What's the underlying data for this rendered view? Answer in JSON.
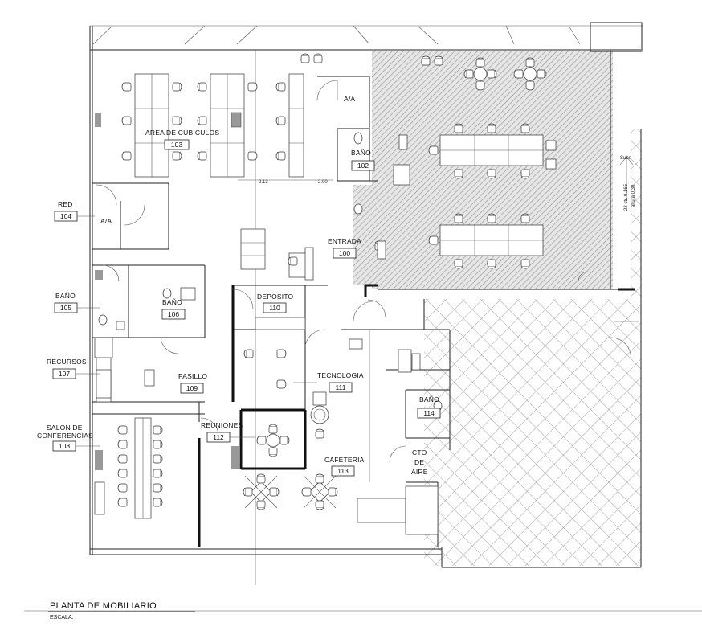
{
  "plan": {
    "title": "PLANTA DE MOBILIARIO",
    "scale_label": "ESCALA:",
    "rooms": [
      {
        "name": "AREA DE CUBICULOS",
        "number": "103"
      },
      {
        "name": "BAÑO",
        "number": "102"
      },
      {
        "name": "RED",
        "number": "104"
      },
      {
        "name": "ENTRADA",
        "number": "100"
      },
      {
        "name": "BAÑO",
        "number": "105"
      },
      {
        "name": "BAÑO",
        "number": "106"
      },
      {
        "name": "DEPOSITO",
        "number": "110"
      },
      {
        "name": "RECURSOS",
        "number": "107"
      },
      {
        "name": "PASILLO",
        "number": "109"
      },
      {
        "name": "TECNOLOGIA",
        "number": "111"
      },
      {
        "name": "BAÑO",
        "number": "114"
      },
      {
        "name": "SALON DE CONFERENCIAS",
        "number": "108"
      },
      {
        "name": "REUNIONES",
        "number": "112"
      },
      {
        "name": "CAFETERIA",
        "number": "113"
      }
    ],
    "labels": {
      "aa_top": "A/A",
      "aa_left": "A/A",
      "cto_line1": "CTO",
      "cto_line2": "DE",
      "cto_line3": "AIRE",
      "salon_line1": "SALON DE",
      "salon_line2": "CONFERENCIAS",
      "dim_1": "2.13",
      "dim_2": "2.00",
      "stair_sube": "Sube",
      "stair_note_1": "22 ctr. 0.165",
      "stair_note_2": "altura 0.30"
    }
  }
}
